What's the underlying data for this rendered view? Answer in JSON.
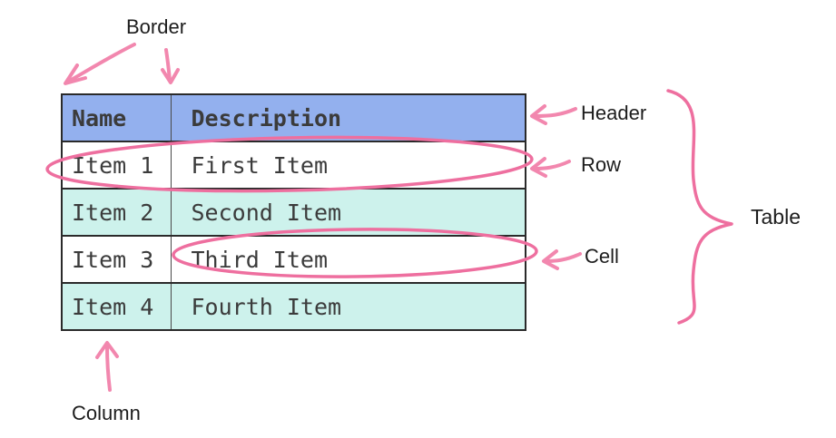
{
  "table": {
    "columns": [
      {
        "label": "Name"
      },
      {
        "label": "Description"
      }
    ],
    "rows": [
      {
        "name": "Item 1",
        "description": "First Item"
      },
      {
        "name": "Item 2",
        "description": "Second Item"
      },
      {
        "name": "Item 3",
        "description": "Third Item"
      },
      {
        "name": "Item 4",
        "description": "Fourth Item"
      }
    ]
  },
  "annotations": {
    "border_label": "Border",
    "header_label": "Header",
    "row_label": "Row",
    "cell_label": "Cell",
    "table_label": "Table",
    "column_label": "Column"
  },
  "colors": {
    "annotation_pink": "#ee6f9f",
    "arrow_pink": "#f287ae",
    "header_background": "#93b0ee",
    "striped_row_mint": "#cdf2ec",
    "table_border": "#2a2a2a",
    "text": "#1d1d1d"
  }
}
